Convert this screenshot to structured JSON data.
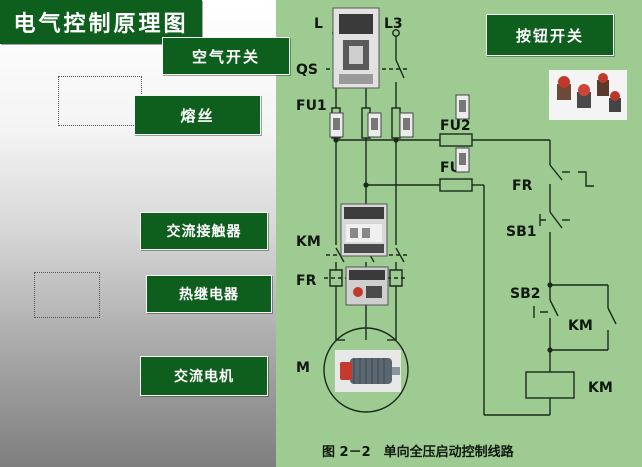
{
  "slide": {
    "title": "电气控制原理图",
    "labels": {
      "breaker": "空气开关",
      "fuse": "熔丝",
      "contactor": "交流接触器",
      "thermal_relay": "热继电器",
      "motor": "交流电机",
      "push_button": "按钮开关"
    }
  },
  "schematic": {
    "caption": "图 2－2　单向全压启动控制线路",
    "phase_labels": [
      "L",
      "L3"
    ],
    "labels": {
      "qs": "QS",
      "fu1": "FU1",
      "fu2_top": "FU2",
      "fu2_bottom": "FU",
      "km_main": "KM",
      "fr_main": "FR",
      "motor": "M",
      "fr_ctrl": "FR",
      "sb1": "SB1",
      "sb2": "SB2",
      "km_aux": "KM",
      "km_coil": "KM"
    }
  },
  "colors": {
    "title_bg": "#0e5e1e",
    "schematic_bg": "#9dcb92",
    "wire": "#1b2a1b"
  }
}
